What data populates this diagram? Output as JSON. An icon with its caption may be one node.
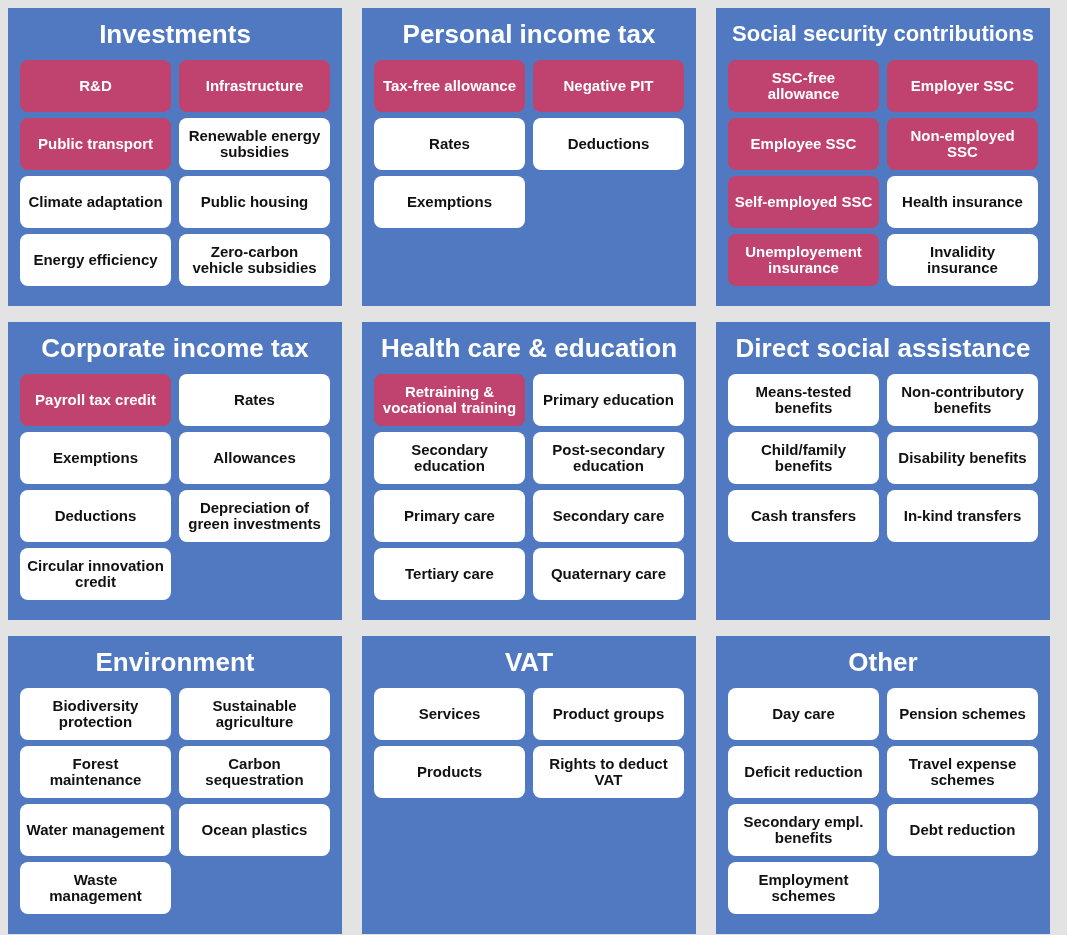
{
  "diagram": {
    "nodes": [
      {
        "text": [
          "Investments"
        ]
      },
      {
        "text": [
          "R&D"
        ],
        "in": 0
      },
      {
        "text": [
          "Infrastructure"
        ],
        "in": 0
      },
      {
        "text": [
          "Public transport"
        ],
        "in": 0
      },
      {
        "text": [
          "Renewable energy subsidies"
        ],
        "in": 0
      },
      {
        "text": [
          "Climate adaptation"
        ],
        "in": 0
      },
      {
        "text": [
          "Public housing"
        ],
        "in": 0
      },
      {
        "text": [
          "Energy efficiency"
        ],
        "in": 0
      },
      {
        "text": [
          "Zero-carbon vehicle subsidies"
        ],
        "in": 0
      },
      {
        "text": [
          "Personal income tax"
        ]
      },
      {
        "text": [
          "Tax-free allowance"
        ],
        "in": 9
      },
      {
        "text": [
          "Negative PIT"
        ],
        "in": 9
      },
      {
        "text": [
          "Rates"
        ],
        "in": 9
      },
      {
        "text": [
          "Deductions"
        ],
        "in": 9
      },
      {
        "text": [
          "Exemptions"
        ],
        "in": 9
      },
      {
        "text": [
          "Social security contributions"
        ]
      },
      {
        "text": [
          "SSC-free allowance"
        ],
        "in": 15
      },
      {
        "text": [
          "Employer SSC"
        ],
        "in": 15
      },
      {
        "text": [
          "Employee SSC"
        ],
        "in": 15
      },
      {
        "text": [
          "Non-employed SSC"
        ],
        "in": 15
      },
      {
        "text": [
          "Self-employed SSC"
        ],
        "in": 15
      },
      {
        "text": [
          "Health insurance"
        ],
        "in": 15
      },
      {
        "text": [
          "Unemployement insurance"
        ],
        "in": 15
      },
      {
        "text": [
          "Invalidity insurance"
        ],
        "in": 15
      },
      {
        "text": [
          "Corporate income tax"
        ]
      },
      {
        "text": [
          "Payroll tax credit"
        ],
        "in": 24
      },
      {
        "text": [
          "Rates"
        ],
        "in": 24
      },
      {
        "text": [
          "Exemptions"
        ],
        "in": 24
      },
      {
        "text": [
          "Allowances"
        ],
        "in": 24
      },
      {
        "text": [
          "Deductions"
        ],
        "in": 24
      },
      {
        "text": [
          "Depreciation of green investments"
        ],
        "in": 24
      },
      {
        "text": [
          "Circular innovation credit"
        ],
        "in": 24
      },
      {
        "text": [
          "Health care & education"
        ]
      },
      {
        "text": [
          "Retraining & vocational training"
        ],
        "in": 32
      },
      {
        "text": [
          "Primary education"
        ],
        "in": 32
      },
      {
        "text": [
          "Secondary education"
        ],
        "in": 32
      },
      {
        "text": [
          "Post-secondary education"
        ],
        "in": 32
      },
      {
        "text": [
          "Primary care"
        ],
        "in": 32
      },
      {
        "text": [
          "Secondary care"
        ],
        "in": 32
      },
      {
        "text": [
          "Tertiary care"
        ],
        "in": 32
      },
      {
        "text": [
          "Quaternary care"
        ],
        "in": 32
      },
      {
        "text": [
          "Direct social assistance"
        ]
      },
      {
        "text": [
          "Means-tested benefits"
        ],
        "in": 41
      },
      {
        "text": [
          "Non-contributory benefits"
        ],
        "in": 41
      },
      {
        "text": [
          "Child/family benefits"
        ],
        "in": 41
      },
      {
        "text": [
          "Disability benefits"
        ],
        "in": 41
      },
      {
        "text": [
          "Cash transfers"
        ],
        "in": 41
      },
      {
        "text": [
          "In-kind transfers"
        ],
        "in": 41
      },
      {
        "text": [
          "Environment"
        ]
      },
      {
        "text": [
          "Biodiversity protection"
        ],
        "in": 48
      },
      {
        "text": [
          "Sustainable agriculture"
        ],
        "in": 48
      },
      {
        "text": [
          "Forest maintenance"
        ],
        "in": 48
      },
      {
        "text": [
          "Carbon sequestration"
        ],
        "in": 48
      },
      {
        "text": [
          "Water management"
        ],
        "in": 48
      },
      {
        "text": [
          "Ocean plastics"
        ],
        "in": 48
      },
      {
        "text": [
          "Waste management"
        ],
        "in": 48
      },
      {
        "text": [
          "VAT"
        ]
      },
      {
        "text": [
          "Services"
        ],
        "in": 56
      },
      {
        "text": [
          "Product groups"
        ],
        "in": 56
      },
      {
        "text": [
          "Products"
        ],
        "in": 56
      },
      {
        "text": [
          "Rights to deduct VAT"
        ],
        "in": 56
      },
      {
        "text": [
          "Other"
        ]
      },
      {
        "text": [
          "Day care"
        ],
        "in": 61
      },
      {
        "text": [
          "Pension schemes"
        ],
        "in": 61
      },
      {
        "text": [
          "Deficit reduction"
        ],
        "in": 61
      },
      {
        "text": [
          "Travel expense schemes"
        ],
        "in": 61
      },
      {
        "text": [
          "Secondary empl. benefits"
        ],
        "in": 61
      },
      {
        "text": [
          "Debt reduction"
        ],
        "in": 61
      },
      {
        "text": [
          "Employment schemes"
        ],
        "in": 61
      }
    ]
  }
}
